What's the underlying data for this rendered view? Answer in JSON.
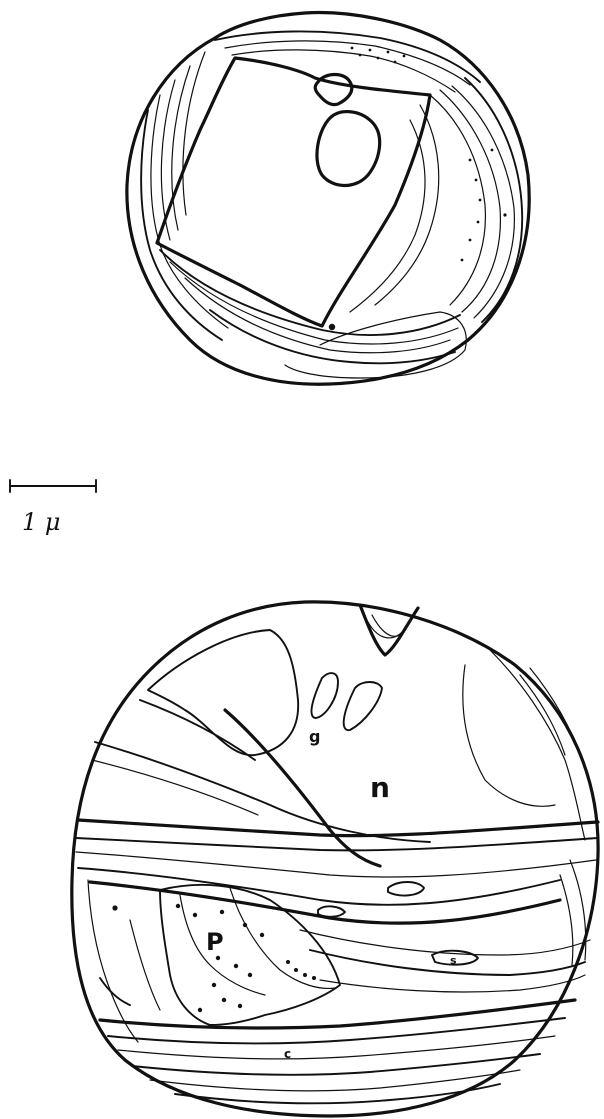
{
  "scale_bar": {
    "label": "1 μ"
  },
  "labels": {
    "g": "g",
    "n": "n",
    "p": "P",
    "s": "s",
    "c": "c"
  },
  "colors": {
    "ink": "#111111",
    "paper": "#ffffff"
  }
}
